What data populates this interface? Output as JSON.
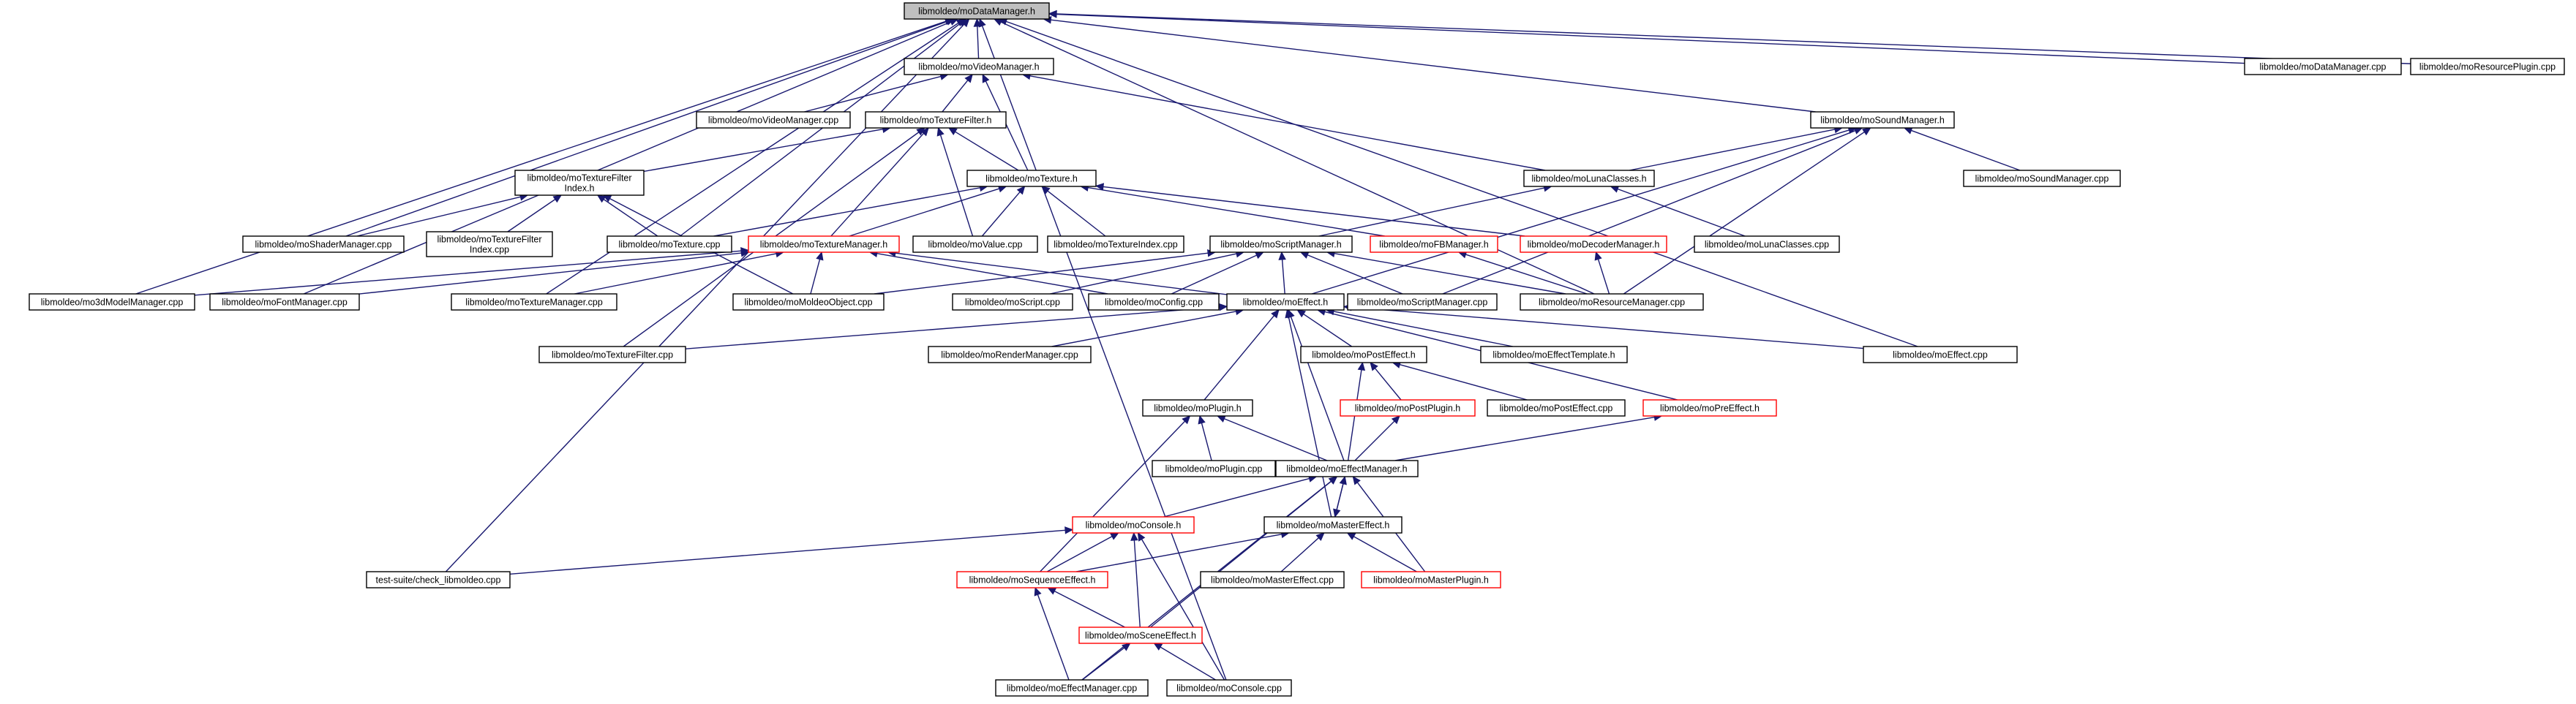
{
  "title": "libmoldeo/moDataManager.h include dependency graph",
  "colors": {
    "edge": "#191970",
    "node_border": "#000000",
    "node_border_incomplete": "#ff0000",
    "root_fill": "#bfbfbf"
  },
  "nodes": [
    {
      "id": "n0",
      "label": [
        "libmoldeo/moDataManager.h"
      ],
      "root": true
    },
    {
      "id": "n1",
      "label": [
        "libmoldeo/moVideoManager.h"
      ]
    },
    {
      "id": "n2",
      "label": [
        "libmoldeo/moDataManager.cpp"
      ]
    },
    {
      "id": "n3",
      "label": [
        "libmoldeo/moResourcePlugin.cpp"
      ]
    },
    {
      "id": "n4",
      "label": [
        "libmoldeo/moVideoManager.cpp"
      ]
    },
    {
      "id": "n5",
      "label": [
        "libmoldeo/moTextureFilter.h"
      ]
    },
    {
      "id": "n6",
      "label": [
        "libmoldeo/moSoundManager.h"
      ]
    },
    {
      "id": "n7",
      "label": [
        "libmoldeo/moTextureFilter",
        "Index.h"
      ]
    },
    {
      "id": "n8",
      "label": [
        "libmoldeo/moTexture.h"
      ]
    },
    {
      "id": "n9",
      "label": [
        "libmoldeo/moLunaClasses.h"
      ]
    },
    {
      "id": "n10",
      "label": [
        "libmoldeo/moSoundManager.cpp"
      ]
    },
    {
      "id": "n11",
      "label": [
        "libmoldeo/moShaderManager.cpp"
      ]
    },
    {
      "id": "n12",
      "label": [
        "libmoldeo/moTextureFilter",
        "Index.cpp"
      ]
    },
    {
      "id": "n13",
      "label": [
        "libmoldeo/moTexture.cpp"
      ]
    },
    {
      "id": "n14",
      "label": [
        "libmoldeo/moTextureManager.h"
      ],
      "red": true
    },
    {
      "id": "n15",
      "label": [
        "libmoldeo/moValue.cpp"
      ]
    },
    {
      "id": "n16",
      "label": [
        "libmoldeo/moTextureIndex.cpp"
      ]
    },
    {
      "id": "n17",
      "label": [
        "libmoldeo/moScriptManager.h"
      ]
    },
    {
      "id": "n18",
      "label": [
        "libmoldeo/moFBManager.h"
      ],
      "red": true
    },
    {
      "id": "n19",
      "label": [
        "libmoldeo/moDecoderManager.h"
      ],
      "red": true
    },
    {
      "id": "n20",
      "label": [
        "libmoldeo/moLunaClasses.cpp"
      ]
    },
    {
      "id": "n21",
      "label": [
        "libmoldeo/mo3dModelManager.cpp"
      ]
    },
    {
      "id": "n22",
      "label": [
        "libmoldeo/moFontManager.cpp"
      ]
    },
    {
      "id": "n23",
      "label": [
        "libmoldeo/moTextureManager.cpp"
      ]
    },
    {
      "id": "n24",
      "label": [
        "libmoldeo/moMoldeoObject.cpp"
      ]
    },
    {
      "id": "n25",
      "label": [
        "libmoldeo/moScript.cpp"
      ]
    },
    {
      "id": "n26",
      "label": [
        "libmoldeo/moConfig.cpp"
      ]
    },
    {
      "id": "n27",
      "label": [
        "libmoldeo/moEffect.h"
      ]
    },
    {
      "id": "n28",
      "label": [
        "libmoldeo/moScriptManager.cpp"
      ]
    },
    {
      "id": "n29",
      "label": [
        "libmoldeo/moResourceManager.cpp"
      ]
    },
    {
      "id": "n30",
      "label": [
        "libmoldeo/moTextureFilter.cpp"
      ]
    },
    {
      "id": "n31",
      "label": [
        "libmoldeo/moRenderManager.cpp"
      ]
    },
    {
      "id": "n32",
      "label": [
        "libmoldeo/moPostEffect.h"
      ]
    },
    {
      "id": "n33",
      "label": [
        "libmoldeo/moEffectTemplate.h"
      ]
    },
    {
      "id": "n34",
      "label": [
        "libmoldeo/moEffect.cpp"
      ]
    },
    {
      "id": "n35",
      "label": [
        "libmoldeo/moPostPlugin.h"
      ],
      "red": true
    },
    {
      "id": "n36",
      "label": [
        "libmoldeo/moPostEffect.cpp"
      ]
    },
    {
      "id": "n37",
      "label": [
        "libmoldeo/moPreEffect.h"
      ],
      "red": true
    },
    {
      "id": "n38",
      "label": [
        "libmoldeo/moPlugin.h"
      ]
    },
    {
      "id": "n39",
      "label": [
        "libmoldeo/moPlugin.cpp"
      ]
    },
    {
      "id": "n40",
      "label": [
        "libmoldeo/moEffectManager.h"
      ]
    },
    {
      "id": "n41",
      "label": [
        "libmoldeo/moConsole.h"
      ],
      "red": true
    },
    {
      "id": "n42",
      "label": [
        "libmoldeo/moMasterEffect.h"
      ]
    },
    {
      "id": "n43",
      "label": [
        "test-suite/check_libmoldeo.cpp"
      ]
    },
    {
      "id": "n44",
      "label": [
        "libmoldeo/moSequenceEffect.h"
      ],
      "red": true
    },
    {
      "id": "n45",
      "label": [
        "libmoldeo/moMasterEffect.cpp"
      ]
    },
    {
      "id": "n46",
      "label": [
        "libmoldeo/moMasterPlugin.h"
      ],
      "red": true
    },
    {
      "id": "n47",
      "label": [
        "libmoldeo/moSceneEffect.h"
      ],
      "red": true
    },
    {
      "id": "n48",
      "label": [
        "libmoldeo/moEffectManager.cpp"
      ]
    },
    {
      "id": "n49",
      "label": [
        "libmoldeo/moConsole.cpp"
      ]
    }
  ],
  "edges": [
    [
      "n0",
      "n1"
    ],
    [
      "n0",
      "n2"
    ],
    [
      "n0",
      "n3"
    ],
    [
      "n0",
      "n6"
    ],
    [
      "n0",
      "n11"
    ],
    [
      "n0",
      "n13"
    ],
    [
      "n0",
      "n21"
    ],
    [
      "n0",
      "n22"
    ],
    [
      "n0",
      "n23"
    ],
    [
      "n0",
      "n29"
    ],
    [
      "n0",
      "n34"
    ],
    [
      "n0",
      "n43"
    ],
    [
      "n0",
      "n49"
    ],
    [
      "n1",
      "n4"
    ],
    [
      "n1",
      "n5"
    ],
    [
      "n1",
      "n8"
    ],
    [
      "n1",
      "n9"
    ],
    [
      "n5",
      "n7"
    ],
    [
      "n5",
      "n8"
    ],
    [
      "n5",
      "n14"
    ],
    [
      "n5",
      "n15"
    ],
    [
      "n5",
      "n30"
    ],
    [
      "n6",
      "n9"
    ],
    [
      "n6",
      "n10"
    ],
    [
      "n6",
      "n27"
    ],
    [
      "n6",
      "n28"
    ],
    [
      "n6",
      "n29"
    ],
    [
      "n7",
      "n11"
    ],
    [
      "n7",
      "n12"
    ],
    [
      "n7",
      "n13"
    ],
    [
      "n7",
      "n24"
    ],
    [
      "n8",
      "n13"
    ],
    [
      "n8",
      "n14"
    ],
    [
      "n8",
      "n15"
    ],
    [
      "n8",
      "n16"
    ],
    [
      "n8",
      "n18"
    ],
    [
      "n8",
      "n19"
    ],
    [
      "n9",
      "n17"
    ],
    [
      "n9",
      "n20"
    ],
    [
      "n14",
      "n21"
    ],
    [
      "n14",
      "n22"
    ],
    [
      "n14",
      "n23"
    ],
    [
      "n14",
      "n24"
    ],
    [
      "n14",
      "n26"
    ],
    [
      "n14",
      "n27"
    ],
    [
      "n17",
      "n24"
    ],
    [
      "n17",
      "n25"
    ],
    [
      "n17",
      "n26"
    ],
    [
      "n17",
      "n27"
    ],
    [
      "n17",
      "n28"
    ],
    [
      "n17",
      "n29"
    ],
    [
      "n18",
      "n29"
    ],
    [
      "n19",
      "n29"
    ],
    [
      "n27",
      "n30"
    ],
    [
      "n27",
      "n31"
    ],
    [
      "n27",
      "n32"
    ],
    [
      "n27",
      "n33"
    ],
    [
      "n27",
      "n34"
    ],
    [
      "n27",
      "n37"
    ],
    [
      "n27",
      "n38"
    ],
    [
      "n27",
      "n40"
    ],
    [
      "n27",
      "n42"
    ],
    [
      "n32",
      "n35"
    ],
    [
      "n32",
      "n36"
    ],
    [
      "n32",
      "n40"
    ],
    [
      "n35",
      "n40"
    ],
    [
      "n37",
      "n40"
    ],
    [
      "n38",
      "n39"
    ],
    [
      "n38",
      "n40"
    ],
    [
      "n38",
      "n44"
    ],
    [
      "n40",
      "n41"
    ],
    [
      "n40",
      "n42"
    ],
    [
      "n40",
      "n46"
    ],
    [
      "n40",
      "n47"
    ],
    [
      "n40",
      "n48"
    ],
    [
      "n41",
      "n43"
    ],
    [
      "n41",
      "n44"
    ],
    [
      "n41",
      "n47"
    ],
    [
      "n41",
      "n49"
    ],
    [
      "n42",
      "n40"
    ],
    [
      "n42",
      "n44"
    ],
    [
      "n42",
      "n45"
    ],
    [
      "n42",
      "n46"
    ],
    [
      "n44",
      "n47"
    ],
    [
      "n44",
      "n48"
    ],
    [
      "n47",
      "n48"
    ],
    [
      "n47",
      "n49"
    ]
  ]
}
